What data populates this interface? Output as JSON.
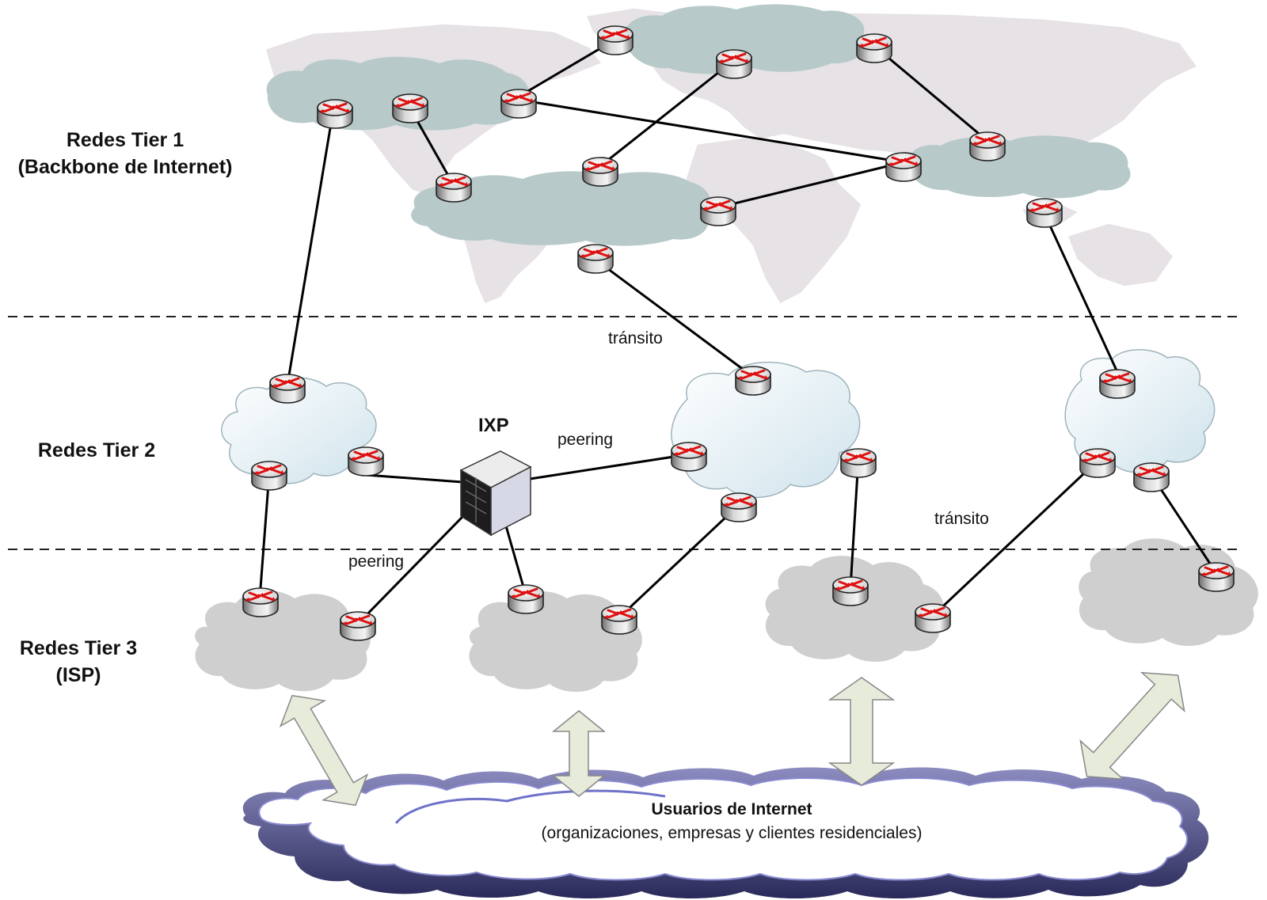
{
  "tiers": {
    "tier1": {
      "line1": "Redes Tier 1",
      "line2": "(Backbone de Internet)"
    },
    "tier2": {
      "line1": "Redes Tier 2"
    },
    "tier3": {
      "line1": "Redes Tier 3",
      "line2": "(ISP)"
    }
  },
  "ixp": {
    "label": "IXP"
  },
  "link_labels": {
    "transit_1": "tránsito",
    "transit_2": "tránsito",
    "peering_1": "peering",
    "peering_2": "peering"
  },
  "users": {
    "title": "Usuarios de Internet",
    "subtitle": "(organizaciones, empresas y clientes residenciales)"
  },
  "colors": {
    "map": "#e6e2e6",
    "tier1_cloud": "#b7c9c9",
    "tier2_cloud": "#e8f4f8",
    "tier3_cloud": "#cfcfcf",
    "arrow_fill": "#e6ebda",
    "link": "#000000",
    "router_arrow": "#d11"
  }
}
